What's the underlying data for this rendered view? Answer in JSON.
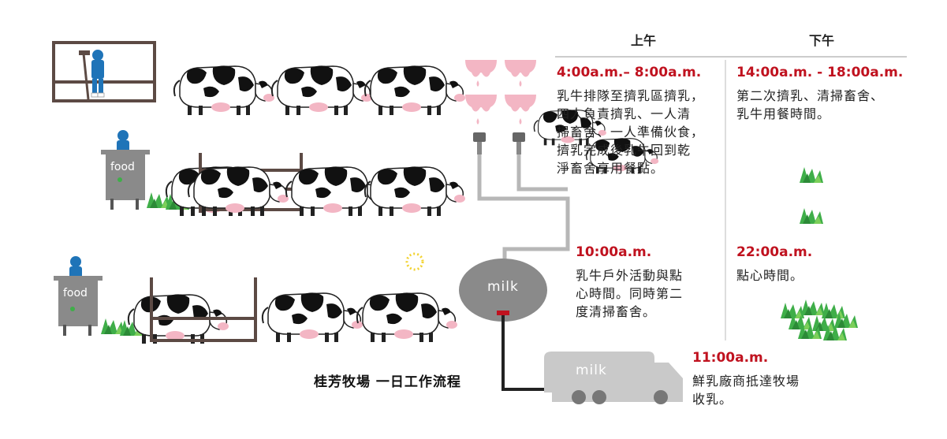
{
  "title": "桂芳牧場 一日工作流程",
  "columns": {
    "morning": "上午",
    "afternoon": "下午"
  },
  "events": [
    {
      "time": "4:00a.m.– 8:00a.m.",
      "lines": [
        "乳牛排隊至擠乳區擠乳，",
        "四人負責擠乳、一人清",
        "掃畜舍、一人準備伙食，",
        "擠乳完成後乳牛回到乾",
        "淨畜舍享用餐點。"
      ]
    },
    {
      "time": "10:00a.m.",
      "lines": [
        "乳牛戶外活動與點",
        "心時間。同時第二",
        "度清掃畜舍。"
      ]
    },
    {
      "time": "11:00a.m.",
      "lines": [
        "鮮乳廠商抵達牧場",
        "收乳。"
      ]
    },
    {
      "time": "14:00a.m. - 18:00a.m.",
      "lines": [
        "第二次擠乳、清掃畜舍、",
        "乳牛用餐時間。"
      ]
    },
    {
      "time": "22:00a.m.",
      "lines": [
        "點心時間。"
      ]
    }
  ],
  "labels": {
    "tank": "milk",
    "truck": "milk",
    "food_cart_1": "food",
    "food_cart_2": "food"
  },
  "colors": {
    "accent_red": "#c0121f",
    "fence": "#5c4a44",
    "pipe": "#b7b7b7",
    "tank": "#8a8a8a",
    "truck": "#c9c9c9",
    "udder_pink": "#f3b6c4",
    "grass": "#3fae49",
    "worker_blue": "#1f74b8"
  }
}
